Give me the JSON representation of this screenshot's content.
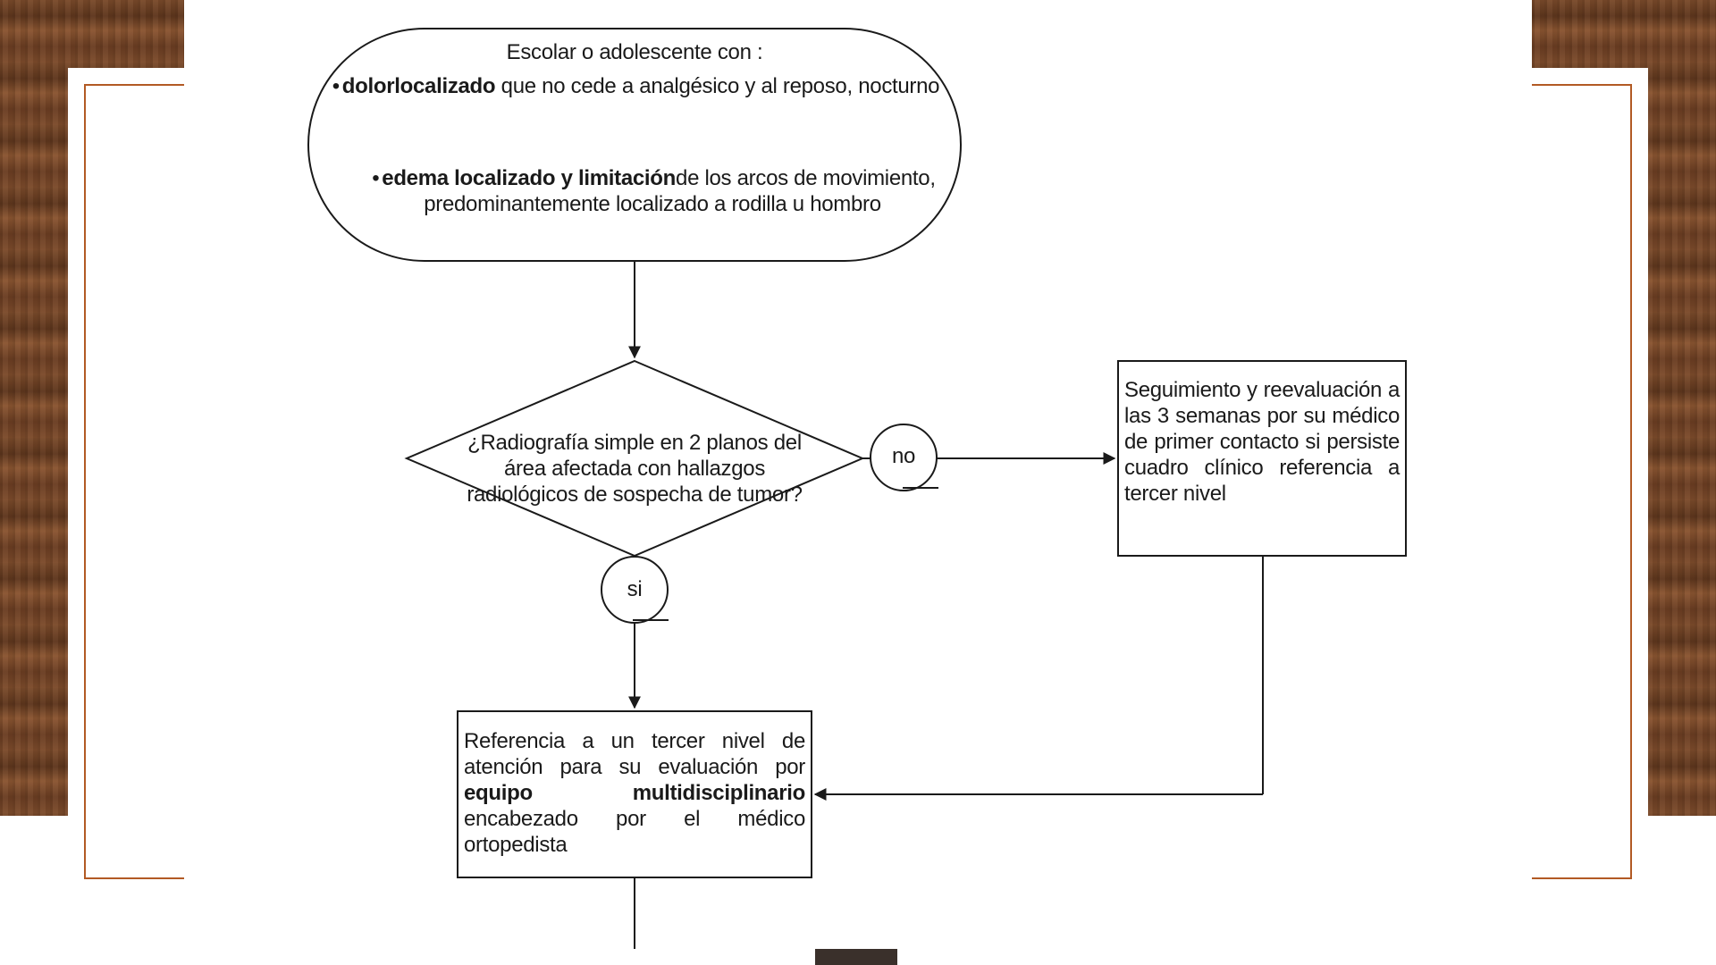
{
  "colors": {
    "frame_accent": "#b25a24",
    "wood_dark": "#5e361d",
    "wood_light": "#8a5531",
    "diagram_stroke": "#1a1a1a"
  },
  "flowchart": {
    "start": {
      "heading": "Escolar o adolescente con :",
      "bullets": [
        {
          "bold": "dolorlocalizado",
          "rest": " que no cede a analgésico y al reposo, nocturno"
        },
        {
          "bold": "edema localizado y limitación",
          "rest": "de los arcos de movimiento, predominantemente localizado a rodilla u hombro"
        }
      ]
    },
    "decision": "¿Radiografía simple en 2 planos del área afectada con hallazgos radiológicos de sospecha de tumor?",
    "label_no": "no",
    "label_si": "si",
    "followup": "Seguimiento y reevaluación a las 3 semanas por su médico de primer contacto si persiste cuadro clínico referencia a tercer nivel",
    "referral": {
      "part1": "Referencia a un tercer nivel de atención para su evaluación por ",
      "bold": "equipo multidisciplinario",
      "part2": " encabezado por el médico ortopedista"
    }
  }
}
